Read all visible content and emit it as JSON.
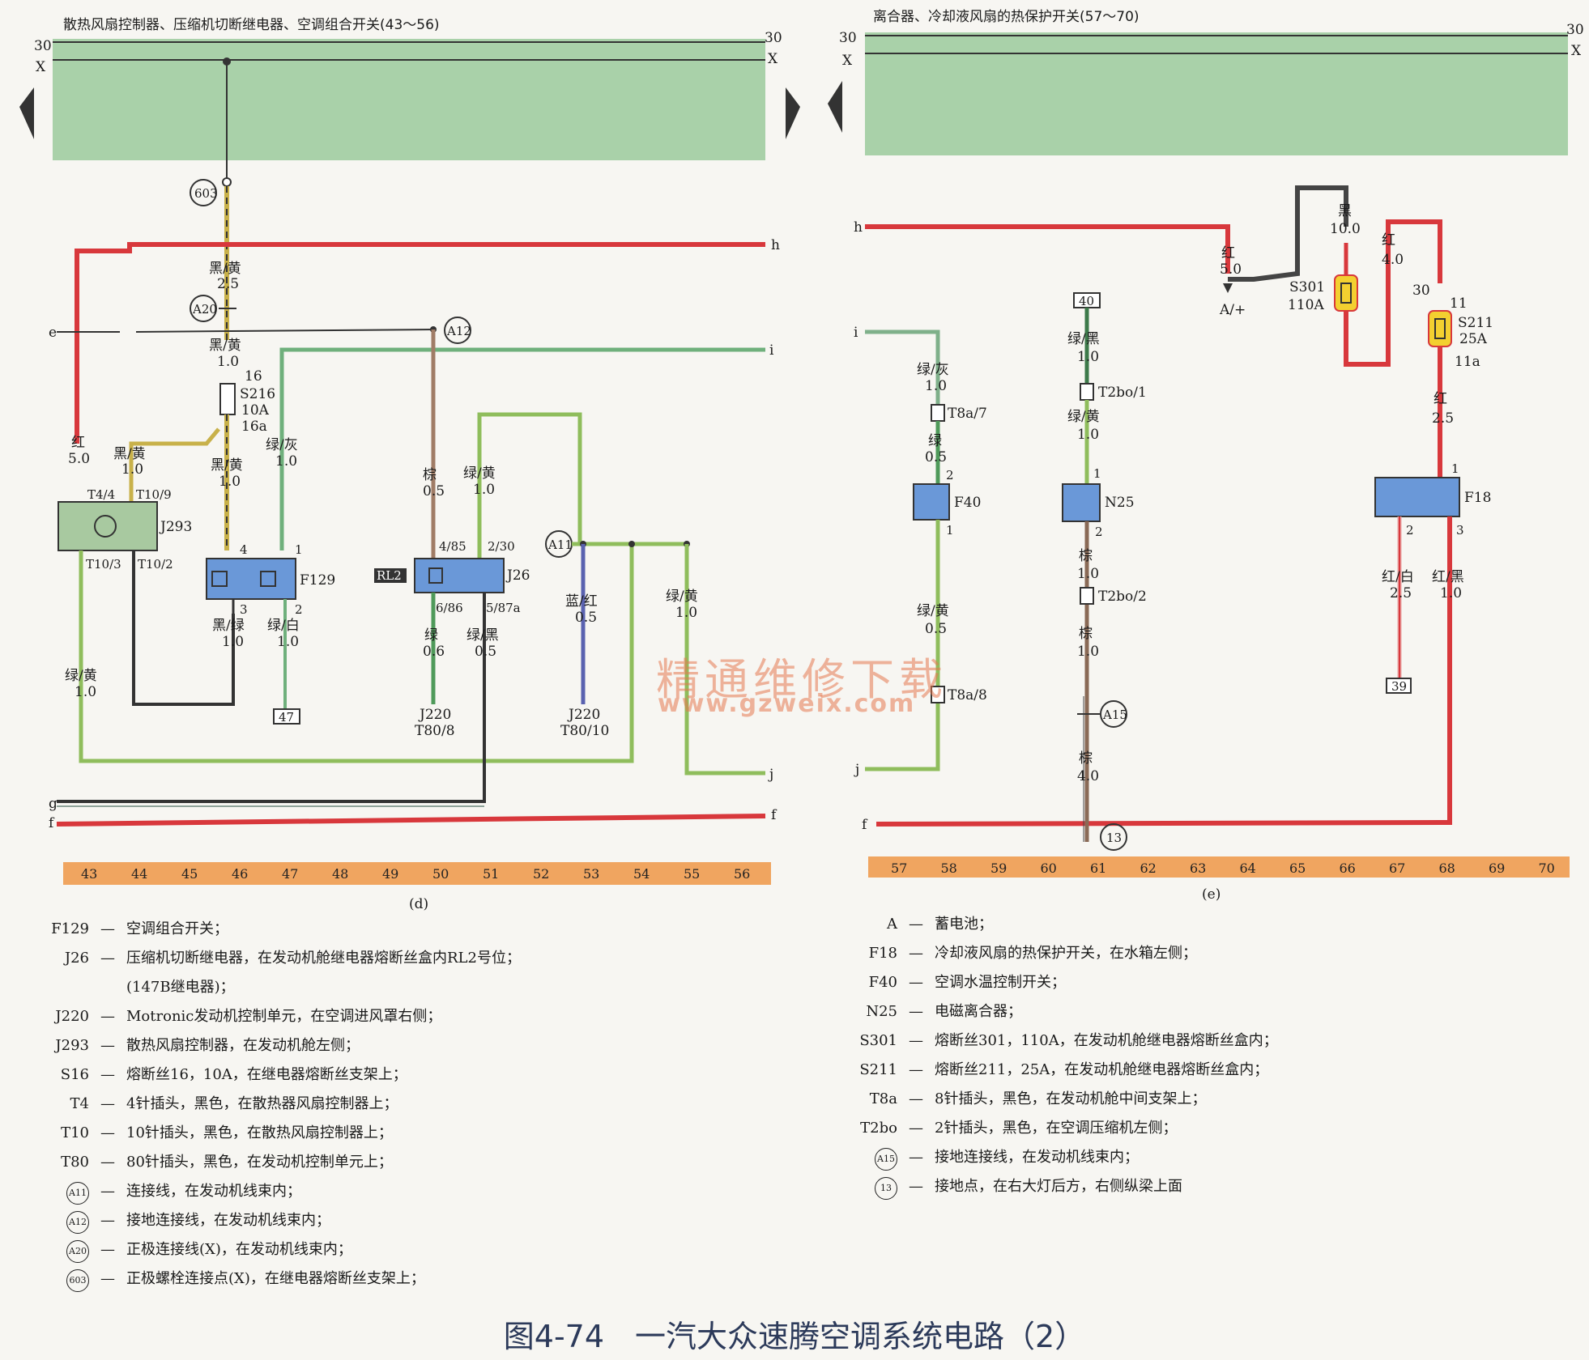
{
  "headers": {
    "left": "散热风扇控制器、压缩机切断继电器、空调组合开关(43～56)",
    "right": "离合器、冷却液风扇的热保护开关(57～70)"
  },
  "rails": {
    "t30": "30",
    "x": "X"
  },
  "sub_labels": {
    "left": "(d)",
    "right": "(e)"
  },
  "ruler": {
    "left": [
      "43",
      "44",
      "45",
      "46",
      "47",
      "48",
      "49",
      "50",
      "51",
      "52",
      "53",
      "54",
      "55",
      "56"
    ],
    "right": [
      "57",
      "58",
      "59",
      "60",
      "61",
      "62",
      "63",
      "64",
      "65",
      "66",
      "67",
      "68",
      "69",
      "70"
    ]
  },
  "wire_letters": [
    "h",
    "e",
    "i",
    "g",
    "f",
    "j"
  ],
  "labels": {
    "c603": "603",
    "a20": "A20",
    "a12": "A12",
    "a11": "A11",
    "a15": "A15",
    "g13": "13",
    "bk_y25": "黑/黄",
    "bk_y25v": "2.5",
    "bk_y10": "黑/黄",
    "bk_y10v": "1.0",
    "s216": "S216",
    "s216a": "10A",
    "s216p16": "16",
    "s216p16a": "16a",
    "red50": "红",
    "red50v": "5.0",
    "bky_j293": "黑/黄",
    "bky_j293v": "1.0",
    "bky_f129": "黑/黄",
    "bky_f129v": "1.0",
    "gg": "绿/灰",
    "ggv": "1.0",
    "t44": "T4/4",
    "t109": "T10/9",
    "t103": "T10/3",
    "t102": "T10/2",
    "j293": "J293",
    "f129": "F129",
    "f129p4": "4",
    "f129p1": "1",
    "f129p3": "3",
    "f129p2": "2",
    "bkg": "黑/绿",
    "bkgv": "1.0",
    "gw": "绿/白",
    "gwv": "1.0",
    "t47": "47",
    "gy_left": "绿/黄",
    "gy_leftv": "1.0",
    "brown": "棕",
    "brownv": "0.5",
    "gy_j26": "绿/黄",
    "gy_j26v": "1.0",
    "p485": "4/85",
    "p230": "2/30",
    "p686": "6/86",
    "p587": "5/87a",
    "j26": "J26",
    "rl2": "RL2",
    "green06": "绿",
    "green06v": "0.6",
    "gbk": "绿/黑",
    "gbkv": "0.5",
    "j220a": "J220",
    "t808": "T80/8",
    "bluered": "蓝/红",
    "blueredv": "0.5",
    "j220b": "J220",
    "t8010": "T80/10",
    "gy_a11": "绿/黄",
    "gy_a11v": "1.0",
    "gg2": "绿/灰",
    "gg2v": "1.0",
    "t8a7": "T8a/7",
    "grn05": "绿",
    "grn05v": "0.5",
    "f40": "F40",
    "f40p2": "2",
    "f40p1": "1",
    "gy05": "绿/黄",
    "gy05v": "0.5",
    "t8a8": "T8a/8",
    "t40": "40",
    "gbk10": "绿/黑",
    "gbk10v": "1.0",
    "t2bo1": "T2bo/1",
    "gy10": "绿/黄",
    "gy10v": "1.0",
    "n25": "N25",
    "n25p1": "1",
    "n25p2": "2",
    "br10": "棕",
    "br10v": "1.0",
    "t2bo2": "T2bo/2",
    "br10b": "棕",
    "br10bv": "1.0",
    "br40": "棕",
    "br40v": "4.0",
    "red5r": "红",
    "red5rv": "5.0",
    "aplus": "A/+",
    "blk10": "黑",
    "blk10v": "10.0",
    "s301": "S301",
    "s301a": "110A",
    "red40": "红",
    "red40v": "4.0",
    "p30": "30",
    "p11": "11",
    "s211": "S211",
    "s211a": "25A",
    "p11a": "11a",
    "red25": "红",
    "red25v": "2.5",
    "f18": "F18",
    "f18p1": "1",
    "f18p2": "2",
    "f18p3": "3",
    "rw": "红/白",
    "rwv": "2.5",
    "rbk": "红/黑",
    "rbkv": "1.0",
    "t39": "39"
  },
  "legend_left": [
    {
      "code": "F129",
      "desc": "空调组合开关；"
    },
    {
      "code": "J26",
      "desc": "压缩机切断继电器，在发动机舱继电器熔断丝盒内RL2号位；"
    },
    {
      "code": "",
      "desc": "(147B继电器)；",
      "nodash": true
    },
    {
      "code": "J220",
      "desc": "Motronic发动机控制单元，在空调进风罩右侧；"
    },
    {
      "code": "J293",
      "desc": "散热风扇控制器，在发动机舱左侧；"
    },
    {
      "code": "S16",
      "desc": "熔断丝16，10A，在继电器熔断丝支架上；"
    },
    {
      "code": "T4",
      "desc": "4针插头，黑色，在散热器风扇控制器上；"
    },
    {
      "code": "T10",
      "desc": "10针插头，黑色，在散热风扇控制器上；"
    },
    {
      "code": "T80",
      "desc": "80针插头，黑色，在发动机控制单元上；"
    },
    {
      "code": "A11",
      "desc": "连接线，在发动机线束内；",
      "circle": true
    },
    {
      "code": "A12",
      "desc": "接地连接线，在发动机线束内；",
      "circle": true
    },
    {
      "code": "A20",
      "desc": "正极连接线(X)，在发动机线束内；",
      "circle": true
    },
    {
      "code": "603",
      "desc": "正极螺栓连接点(X)，在继电器熔断丝支架上；",
      "circle": true
    }
  ],
  "legend_right": [
    {
      "code": "A",
      "desc": "蓄电池；"
    },
    {
      "code": "F18",
      "desc": "冷却液风扇的热保护开关，在水箱左侧；"
    },
    {
      "code": "F40",
      "desc": "空调水温控制开关；"
    },
    {
      "code": "N25",
      "desc": "电磁离合器；"
    },
    {
      "code": "S301",
      "desc": "熔断丝301，110A，在发动机舱继电器熔断丝盒内；"
    },
    {
      "code": "S211",
      "desc": "熔断丝211，25A，在发动机舱继电器熔断丝盒内；"
    },
    {
      "code": "T8a",
      "desc": "8针插头，黑色，在发动机舱中间支架上；"
    },
    {
      "code": "T2bo",
      "desc": "2针插头，黑色，在空调压缩机左侧；"
    },
    {
      "code": "A15",
      "desc": "接地连接线，在发动机线束内；",
      "circle": true
    },
    {
      "code": "13",
      "desc": "接地点，在右大灯后方，右侧纵梁上面",
      "circle": true
    }
  ],
  "watermark": {
    "cn": "精通维修下载",
    "url": "www.gzweix.com"
  },
  "caption": "图4-74　一汽大众速腾空调系统电路（2）",
  "colors": {
    "panel": "#a9d1a9",
    "red": "#d8383c",
    "green": "#6fb07c",
    "yellowgreen": "#b9c94a",
    "black": "#333",
    "brown": "#8a6a56",
    "blue": "#5a62b0",
    "box": "#6a98d8",
    "ruler": "#f0a560",
    "fuse": "#f3d030"
  }
}
